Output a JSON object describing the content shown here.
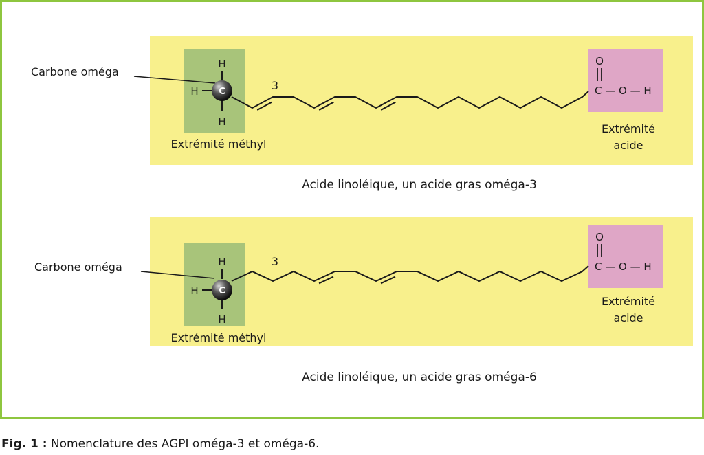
{
  "colors": {
    "frame": "#8ec63f",
    "panel": "#f8f08c",
    "methyl_box": "#a8c47a",
    "acid_box": "#dfa6c6",
    "bond": "#1a1a1a"
  },
  "panels": [
    {
      "omega_label": "Carbone oméga",
      "carbon_symbol": "C",
      "h_top": "H",
      "h_left": "H",
      "h_bottom": "H",
      "position_label": "3",
      "methyl_label": "Extrémité méthyl",
      "acid_o": "O",
      "acid_formula": "C — O — H",
      "acid_label_1": "Extrémité",
      "acid_label_2": "acide",
      "caption": "Acide linoléique, un acide gras oméga-3",
      "double_bond_segments": [
        1,
        4,
        7
      ]
    },
    {
      "omega_label": "Carbone oméga",
      "carbon_symbol": "C",
      "h_top": "H",
      "h_left": "H",
      "h_bottom": "H",
      "position_label": "3",
      "methyl_label": "Extrémité méthyl",
      "acid_o": "O",
      "acid_formula": "C — O — H",
      "acid_label_1": "Extrémité",
      "acid_label_2": "acide",
      "caption": "Acide linoléique, un acide gras oméga-6",
      "double_bond_segments": [
        4,
        7
      ]
    }
  ],
  "figure_caption": {
    "prefix": "Fig. 1 :",
    "text": " Nomenclature des AGPI oméga-3 et oméga-6."
  }
}
